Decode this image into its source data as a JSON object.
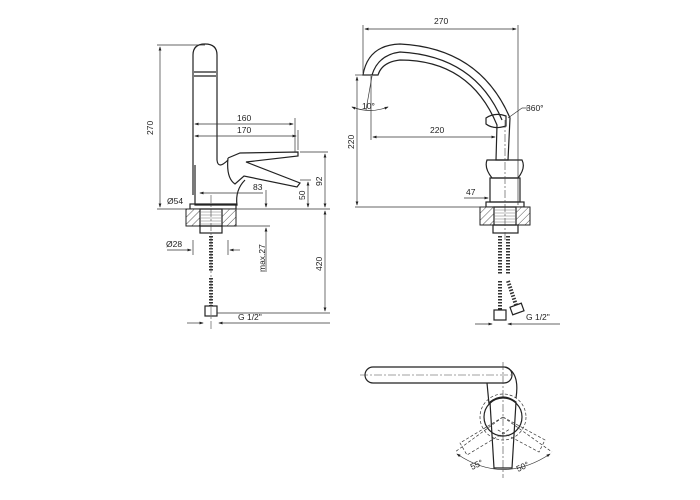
{
  "side_view": {
    "height_total": "270",
    "reach_lever_1": "160",
    "reach_lever_2": "170",
    "lever_offset": "83",
    "lever_height_low": "50",
    "lever_height_high": "92",
    "base_diameter": "Ø54",
    "shank_diameter": "Ø28",
    "max_thickness": "max.27",
    "hose_length": "420",
    "thread": "G 1/2\""
  },
  "front_view": {
    "width_total": "270",
    "spout_reach": "220",
    "spout_height": "220",
    "spout_angle": "10°",
    "rotation": "360°",
    "body_width": "47",
    "thread": "G 1/2\""
  },
  "top_view": {
    "lever_angle_left": "55°",
    "lever_angle_right": "50°"
  }
}
